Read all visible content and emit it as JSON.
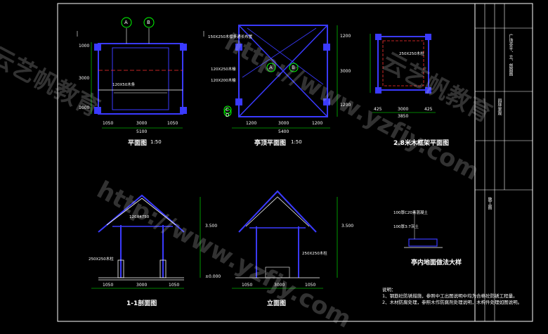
{
  "views": {
    "plan": {
      "title": "平面图",
      "scale": "1:50"
    },
    "roof": {
      "title": "亭顶平面图",
      "scale": "1:50"
    },
    "beam": {
      "title": "2.8米木框架平面图"
    },
    "section": {
      "title": "1-1剖面图"
    },
    "elevation": {
      "title": "立面图"
    },
    "detail": {
      "title": "亭内地面做法大样"
    }
  },
  "callouts": {
    "plan_axis_a": "A",
    "plan_axis_b": "B",
    "roof_a": "A",
    "roof_b": "B",
    "roof_c": "C",
    "roof_d": "D"
  },
  "dims": {
    "plan_bottom_1": "1050",
    "plan_bottom_2": "3000",
    "plan_bottom_3": "1050",
    "plan_bottom_total": "5100",
    "plan_left_1": "1000",
    "plan_left_2": "3000",
    "plan_left_3": "1000",
    "roof_bottom_1": "1200",
    "roof_bottom_2": "3000",
    "roof_bottom_3": "1200",
    "roof_bottom_total": "5400",
    "roof_right_1": "1200",
    "roof_right_2": "3000",
    "roof_right_3": "1200",
    "beam_bottom_1": "425",
    "beam_bottom_2": "3000",
    "beam_bottom_3": "425",
    "beam_bottom_total": "3850",
    "sec_bottom_1": "1050",
    "sec_bottom_2": "3000",
    "sec_bottom_3": "1050",
    "elev_bottom_1": "1050",
    "elev_bottom_2": "3000",
    "elev_bottom_3": "1050",
    "level_1": "3.500",
    "level_2": "3.500",
    "level_3": "±0.000"
  },
  "annotations": {
    "a1": "150X250木檩条通长布置",
    "a2": "120X250木椽",
    "a3": "120X200木椽",
    "a4": "250X250木柱",
    "a5": "120X50木条",
    "a6": "120X4750",
    "a7": "250X250木柱",
    "a8": "250X250木柱",
    "a9": "100厚C20素混凝土",
    "a10": "100厚3:7灰土"
  },
  "notes": {
    "heading": "说明：",
    "line1": "1、钢筋砼防锈措施，参照中工出图说明中均为合格砼防锈工程量。",
    "line2": "2、木材防腐处理，参照木作防腐剂处理说明，木构件处理如图说明。"
  },
  "title_block": {
    "col1": "广场亭平、立、剖面图",
    "col2": "园林景观",
    "col3": "施工图"
  },
  "watermarks": {
    "w1": "http://www.yzfjy.com",
    "w2": "云艺帆教育",
    "w3": "http://www.yzfjy.com",
    "w4": "云艺帆教育"
  }
}
